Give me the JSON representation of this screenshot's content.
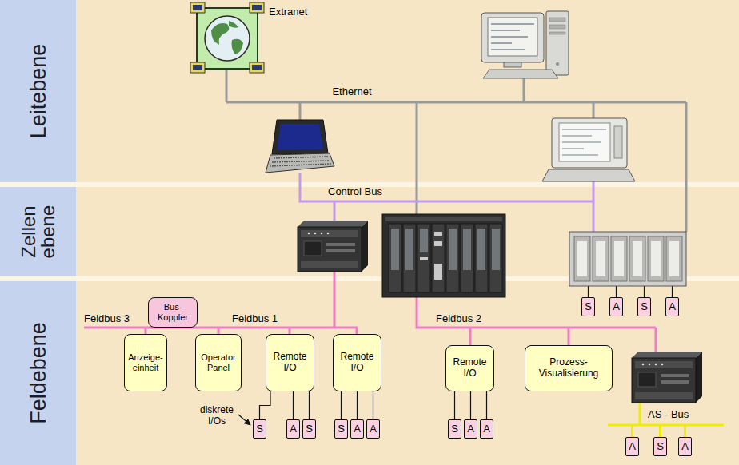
{
  "diagram": {
    "nodes": [
      {
        "text": [
          "Leitebene"
        ]
      },
      {
        "text": [
          "Zellen ebene"
        ]
      },
      {
        "text": [
          "Feldebene"
        ]
      },
      {
        "text": [
          "Bus- Koppler"
        ],
        "in": 2
      },
      {
        "text": [
          "S"
        ],
        "in": 2
      },
      {
        "text": [
          "A"
        ],
        "in": 2
      },
      {
        "text": [
          "S"
        ],
        "in": 2
      },
      {
        "text": [
          "A"
        ],
        "in": 2
      },
      {
        "text": [
          "Anzeige- einheit"
        ],
        "in": 2
      },
      {
        "text": [
          "Operator Panel"
        ],
        "in": 2
      },
      {
        "text": [
          "Remote I/O"
        ],
        "in": 2
      },
      {
        "text": [
          "Remote I/O"
        ],
        "in": 2
      },
      {
        "text": [
          "Remote I/O"
        ],
        "in": 2
      },
      {
        "text": [
          "Prozess- Visualisierung"
        ],
        "in": 2
      },
      {
        "text": [
          "S"
        ],
        "in": 2
      },
      {
        "text": [
          "A"
        ],
        "in": 2
      },
      {
        "text": [
          "S"
        ],
        "in": 2
      },
      {
        "text": [
          "S"
        ],
        "in": 2
      },
      {
        "text": [
          "A"
        ],
        "in": 2
      },
      {
        "text": [
          "A"
        ],
        "in": 2
      },
      {
        "text": [
          "S"
        ],
        "in": 2
      },
      {
        "text": [
          "A"
        ],
        "in": 2
      },
      {
        "text": [
          "A"
        ],
        "in": 2
      },
      {
        "text": [
          "A"
        ],
        "in": 2
      },
      {
        "text": [
          "S"
        ],
        "in": 2
      },
      {
        "text": [
          "A"
        ],
        "in": 2
      }
    ],
    "edges": [
      {
        "from": 10,
        "to": 14,
        "arrow": "none"
      },
      {
        "from": 10,
        "to": 15,
        "arrow": "none"
      },
      {
        "from": 10,
        "to": 16,
        "arrow": "none"
      },
      {
        "from": 11,
        "to": 17,
        "arrow": "none"
      },
      {
        "from": 11,
        "to": 18,
        "arrow": "none"
      },
      {
        "from": 11,
        "to": 19,
        "arrow": "none"
      },
      {
        "from": 12,
        "to": 20,
        "arrow": "none"
      },
      {
        "from": 12,
        "to": 21,
        "arrow": "none"
      },
      {
        "from": 12,
        "to": 22,
        "arrow": "none"
      }
    ],
    "labels": [
      "Extranet",
      "Ethernet",
      "Control Bus",
      "Feldbus 3",
      "Feldbus 1",
      "Feldbus 2",
      "AS - Bus",
      "diskrete I/Os"
    ]
  }
}
